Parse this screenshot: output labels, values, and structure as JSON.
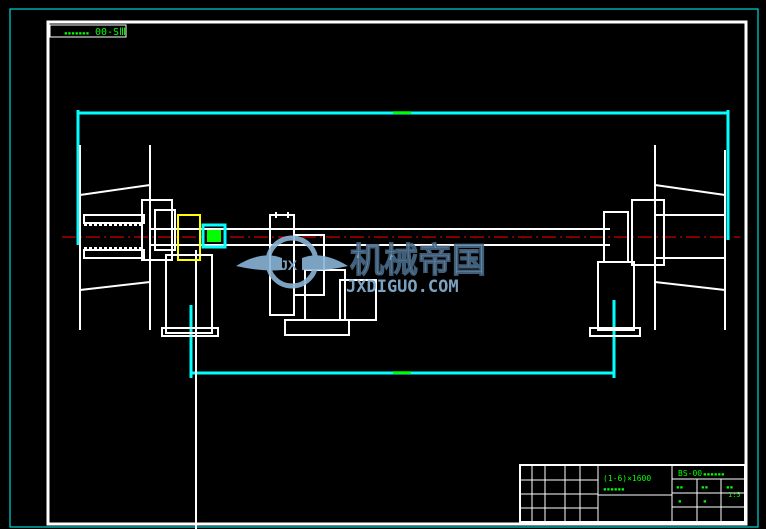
{
  "drawing": {
    "code_box_text": "00-SⅢ",
    "code_box_prefix": "▪▪▪▪▪▪▪",
    "watermark_title": "机械帝国",
    "watermark_url": "JXDIGUO.COM",
    "watermark_logo": "JX",
    "dim_top": "▬▬",
    "dim_bottom": "▬▬"
  },
  "title_block": {
    "spec": "(1-6)×1600",
    "spec_sub": "▪▪▪▪▪▪",
    "drawing_no": "BS-00",
    "drawing_no_suffix": "▪▪▪▪▪▪",
    "row1": [
      "▪▪",
      "▪▪",
      "▪▪"
    ],
    "row2": [
      "▪",
      "▪",
      "▪"
    ],
    "scale": "1:5"
  },
  "colors": {
    "frame": "#ffffff",
    "dimension": "#00ffff",
    "text": "#00ff00",
    "centerline": "#ff0000",
    "watermark": "#8ab4d8"
  }
}
